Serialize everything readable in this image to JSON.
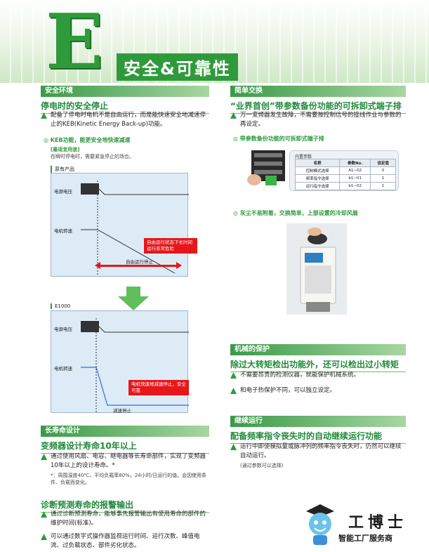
{
  "header": {
    "letter": "E",
    "title": "安全&可靠性"
  },
  "left": {
    "sec1_bar": "安全环境",
    "sec1_title": "停电时的安全停止",
    "sec1_text": "配备了停电时电机不是自由运行，而是能快速安全地减速停止的KEB(Kinetic Energy Back-up)功能。",
    "keb_point": "◎ KEB功能，能更安全地快速减速",
    "use_title": "[最适宜用途]",
    "use_text": "在瞬时停电时，需要紧急停止的场合。",
    "orig_tag": "原有产品",
    "chart1": {
      "label_power": "电源电压",
      "label_speed": "电机转速",
      "note": "自由运行状态下长时间运行非常危险",
      "arrow_text": "自由运行停止"
    },
    "e1000_tag": "E1000",
    "chart2": {
      "label_power": "电源电压",
      "label_speed": "电机转速",
      "note": "电机快速地减速停止，安全可靠",
      "stop_text": "减速停止"
    },
    "sec2_bar": "长寿命设计",
    "sec2_title": "变频器设计寿命10年以上",
    "sec2_text": "通过使用风扇、电容、继电器等长寿命部件，实现了变频器10年以上的设计寿命。*",
    "sec2_note": "*：周围温度40℃，平均负载率80%，24小时/日运行的值。会因使用条件、负载而变化。",
    "sec3_title": "诊断预测寿命的报警输出",
    "sec3_text1": "通过诊断预测寿命，能够事先报警输出有使用寿命的部件的维护时间(标准)。",
    "sec3_text2": "可以通过数字式操作器监视运行时间、运行次数、峰值电流、过负载状态、部件劣化状态。"
  },
  "right": {
    "sec1_bar": "简单交换",
    "sec1_title": "“业界首创”带参数备份功能的可拆卸式端子排",
    "sec1_text": "万一变频器发生故障，不需要按控制信号的接线作业与参数的再设定。",
    "point1": "◎ 带参数备份功能的可拆卸式端子排",
    "param_title": "内置参数",
    "param_headers": [
      "名称",
      "参数No.",
      "设定值"
    ],
    "param_rows": [
      [
        "控制模式选择",
        "A1−02",
        "0"
      ],
      [
        "频率指令选择",
        "b1−01",
        "1"
      ],
      [
        "运行指令选择",
        "b1−02",
        "1"
      ]
    ],
    "point2": "◎ 灰尘不易附着，交换简单，上部设置的冷却风扇",
    "sec2_bar": "机械的保护",
    "sec2_title": "除过大转矩检出功能外，还可以检出过小转矩",
    "sec2_text1": "不需要昂贵的检测仪器，就能保护机械系统。",
    "sec2_text2": "和电子热保护不同，可以独立设定。",
    "sec3_bar": "继续运行",
    "sec3_title": "配备频率指令丧失时的自动继续运行功能",
    "sec3_text": "运行中即使模拟量或脉冲列的频率指令丧失时，仍然可以继续自动运行。",
    "sec3_note": "(通过参数可以选择)"
  },
  "logo": {
    "name": "工博士",
    "sub": "智能工厂服务商"
  },
  "colors": {
    "accent": "#2f9a3c",
    "red": "#e6161a",
    "chart_bg": "#dcebf6"
  }
}
